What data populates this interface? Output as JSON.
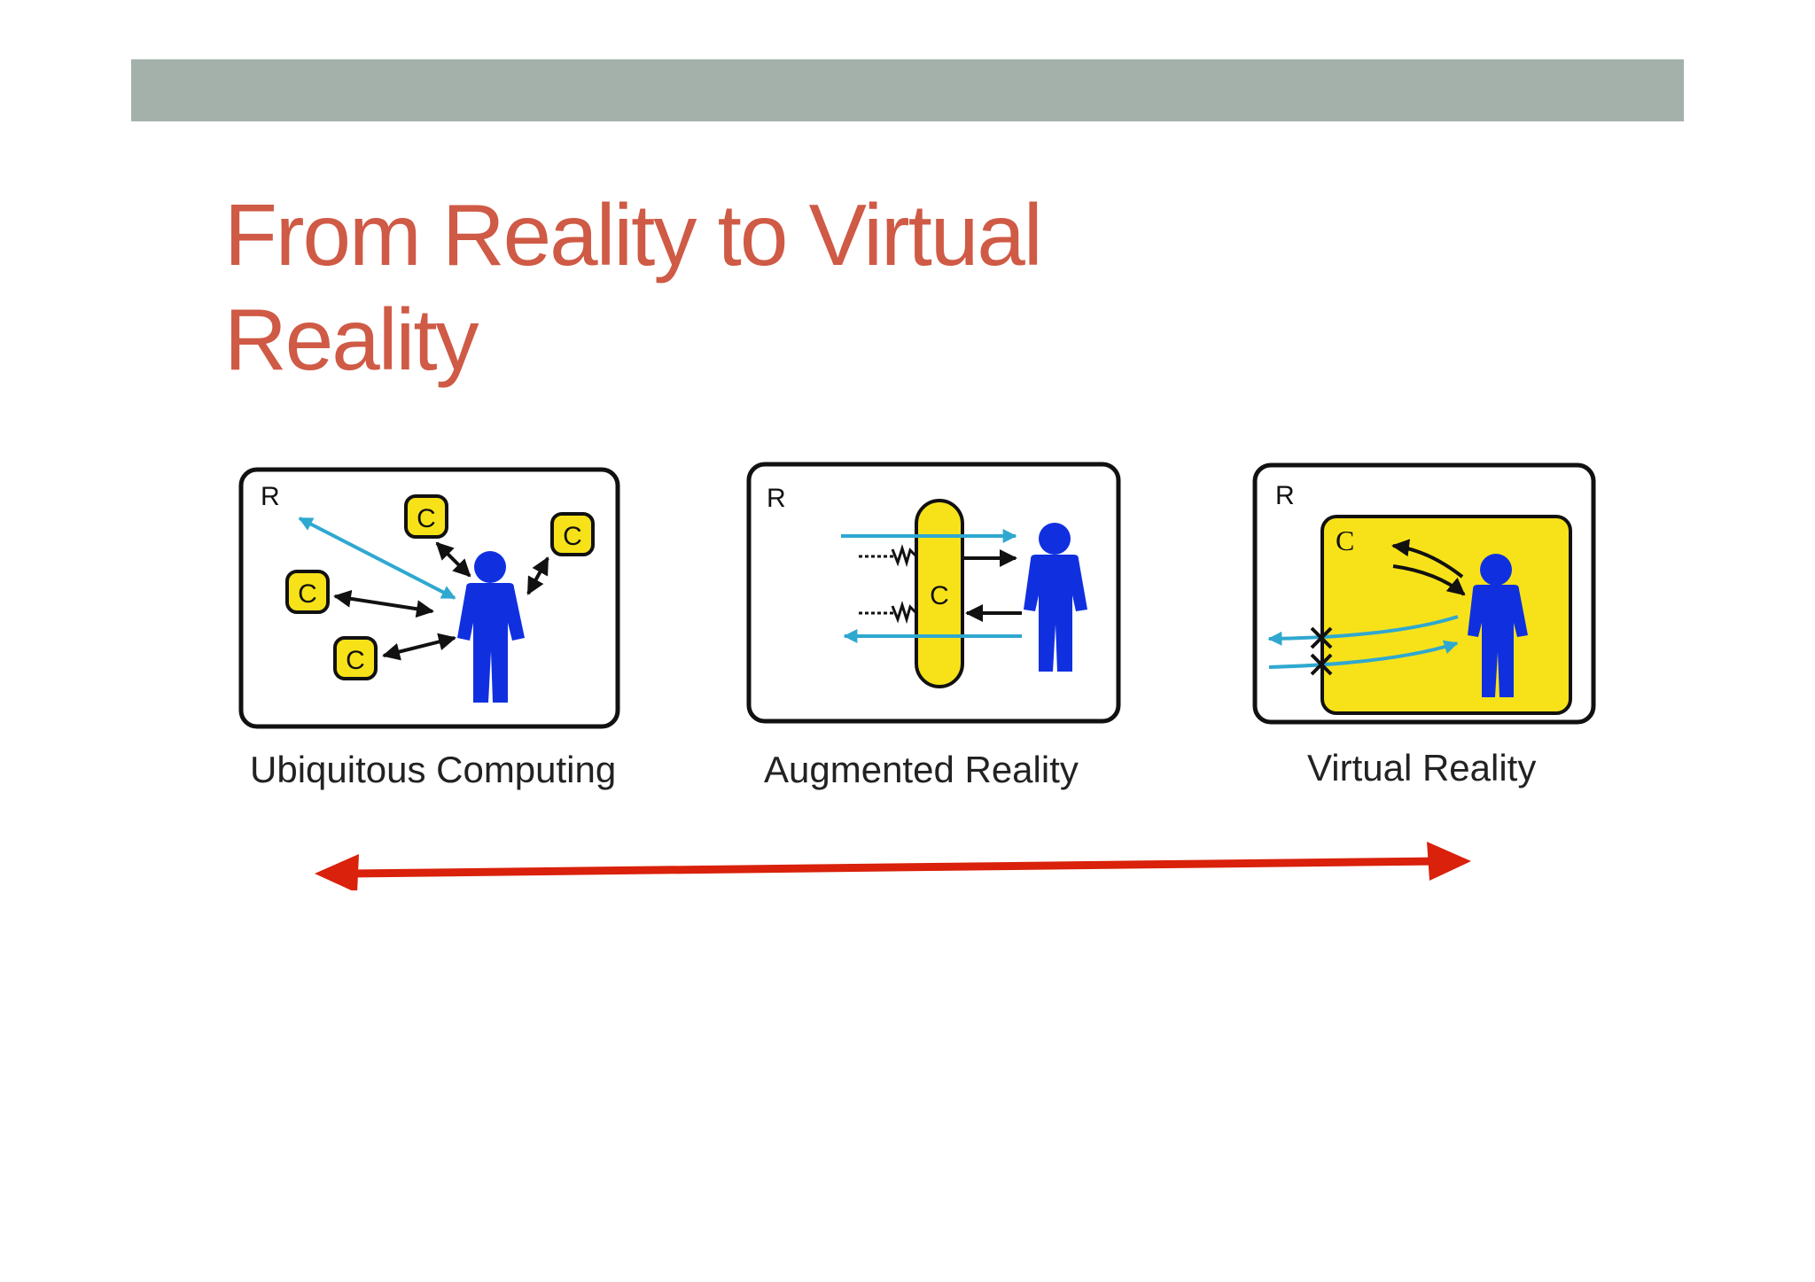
{
  "slide": {
    "title_line1": "From Reality to Virtual",
    "title_line2": "Reality"
  },
  "panels": [
    {
      "reality_label": "R",
      "computer_label": "C",
      "caption": "Ubiquitous Computing"
    },
    {
      "reality_label": "R",
      "computer_label": "C",
      "caption": "Augmented Reality"
    },
    {
      "reality_label": "R",
      "computer_label": "C",
      "caption": "Virtual Reality"
    }
  ],
  "colors": {
    "top_bar": "#a3b1aa",
    "title": "#cf5a45",
    "person": "#1030e0",
    "computer_fill": "#f7e21a",
    "cyan_arrow": "#2fa8d0",
    "range_arrow": "#d9210b"
  }
}
